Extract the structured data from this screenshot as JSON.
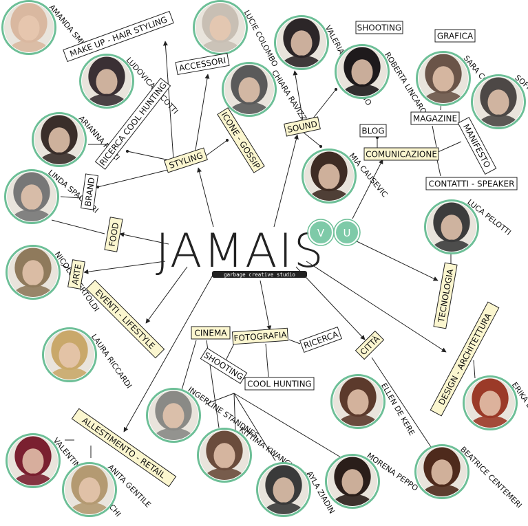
{
  "logo": {
    "title": "JAMAIS",
    "tagline": "garbage creative studio",
    "badges": [
      "V",
      "U"
    ]
  },
  "colors": {
    "ring": "#6dbf97",
    "badge_fill": "#7ecaa8",
    "category_fill": "#fbf6cf",
    "box_fill": "#ffffff",
    "line": "#222222",
    "text": "#111111"
  },
  "categories": {
    "styling": "STYLING",
    "sound": "SOUND",
    "comunicazione": "COMUNICAZIONE",
    "food": "FOOD",
    "arte": "ARTE",
    "eventi": "EVENTI - LIFESTYLE",
    "cinema": "CINEMA",
    "fotografia": "FOTOGRAFIA",
    "citta": "CITTÀ",
    "tecnologia": "TECNOLOGIA",
    "design": "DESIGN - ARCHITETTURA",
    "allestimento": "ALLESTIMENTO - RETAIL",
    "icone": "ICONE - GOSSIP"
  },
  "subtopics": {
    "makeup": "MAKE UP - HAIR STYLING",
    "accessori": "ACCESSORI",
    "ricerca_cool": "RICERCA COOL HUNTING",
    "brand": "BRAND",
    "shooting_top": "SHOOTING",
    "grafica": "GRAFICA",
    "blog": "BLOG",
    "magazine": "MAGAZINE",
    "manifesto": "MANIFESTO",
    "contatti": "CONTATTI - SPEAKER",
    "shooting_bottom": "SHOOTING",
    "cool_hunting": "COOL HUNTING",
    "ricerca": "RICERCA"
  },
  "people": {
    "amanda": "AMANDA SMITH",
    "lucie": "LUCIE COLOMBO",
    "ludovica": "LUDOVICA PACOTTI",
    "chiara": "CHIARA RAVIZZA",
    "valeria": "VALERIA PETRONIANNO",
    "roberta": "ROBERTA LINCARO",
    "sara": "SARA CORINI",
    "sofia": "SOFIA LABADINI",
    "arianna": "ARIANNA RIZZI",
    "linda": "LINDA SPACCARI",
    "mia": "MIA CAUSEVIC",
    "luca": "LUCA PELOTTI",
    "nicolo": "NICOLO' BERTOLDI",
    "laura": "LAURA RICCARDI",
    "ellen": "ELLEN DE KERE",
    "erika": "ERIKA LEMMA",
    "ingeborg": "INGERLINE STANDNES",
    "kittima": "KITTIMA KWANCHNOK",
    "ayla": "AYLA ZIADIN",
    "morena": "MORENA PEPPO",
    "beatrice": "BEATRICE CENTEMERI",
    "valentina": "VALENTINA SALVONIRACHI",
    "anita": "ANITA GENTILE"
  }
}
